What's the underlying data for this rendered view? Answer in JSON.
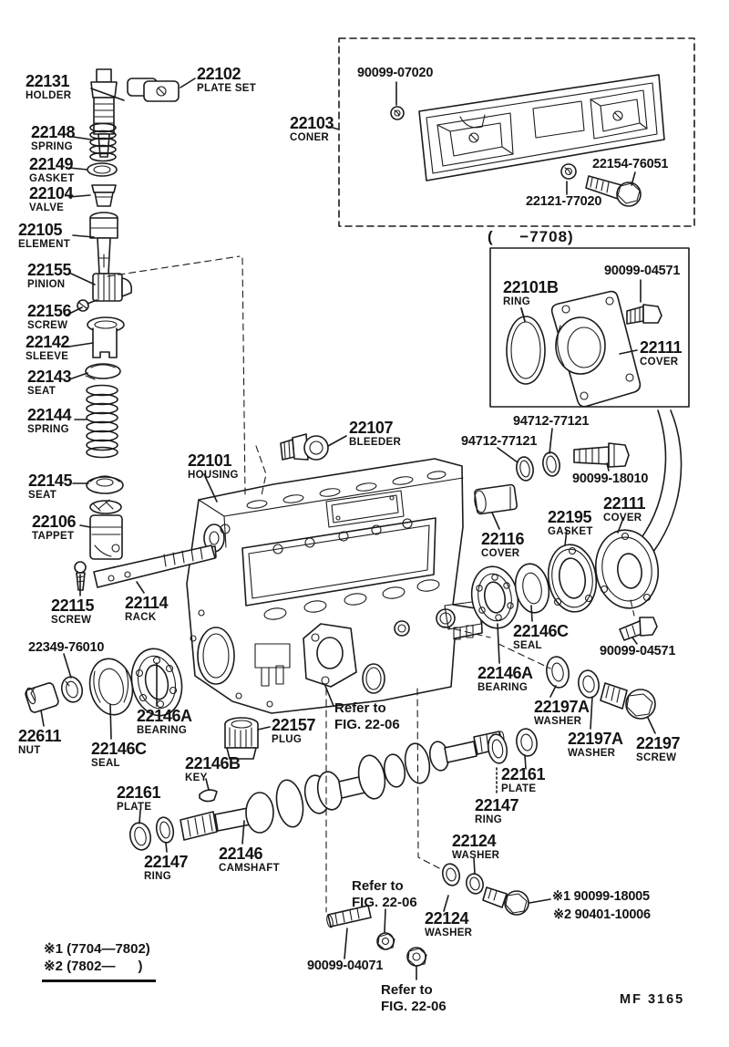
{
  "doc": {
    "figure_code": "MF 3165",
    "section_header": "(     −7708)",
    "refer_note": {
      "line1": "Refer to",
      "line2": "FIG. 22-06"
    },
    "footnotes": {
      "line1": "※1 (7704—7802)",
      "line2": "※2 (7802—      )"
    }
  },
  "labels": [
    {
      "number": "22131",
      "name": "HOLDER"
    },
    {
      "number": "22102",
      "name": "PLATE SET"
    },
    {
      "number": "22148",
      "name": "SPRING"
    },
    {
      "number": "22149",
      "name": "GASKET"
    },
    {
      "number": "22104",
      "name": "VALVE"
    },
    {
      "number": "22105",
      "name": "ELEMENT"
    },
    {
      "number": "22155",
      "name": "PINION"
    },
    {
      "number": "22156",
      "name": "SCREW"
    },
    {
      "number": "22142",
      "name": "SLEEVE"
    },
    {
      "number": "22143",
      "name": "SEAT"
    },
    {
      "number": "22144",
      "name": "SPRING"
    },
    {
      "number": "22145",
      "name": "SEAT"
    },
    {
      "number": "22106",
      "name": "TAPPET"
    },
    {
      "number": "22101",
      "name": "HOUSING"
    },
    {
      "number": "22107",
      "name": "BLEEDER"
    },
    {
      "number": "22115",
      "name": "SCREW"
    },
    {
      "number": "22114",
      "name": "RACK"
    },
    {
      "number": "22349-76010",
      "name": ""
    },
    {
      "number": "22611",
      "name": "NUT"
    },
    {
      "number": "22146A",
      "name": "BEARING"
    },
    {
      "number": "22146C",
      "name": "SEAL"
    },
    {
      "number": "22157",
      "name": "PLUG"
    },
    {
      "number": "22146B",
      "name": "KEY"
    },
    {
      "number": "22161",
      "name": "PLATE"
    },
    {
      "number": "22147",
      "name": "RING"
    },
    {
      "number": "22146",
      "name": "CAMSHAFT"
    },
    {
      "number": "90099-07020",
      "name": ""
    },
    {
      "number": "22103",
      "name": "CONER"
    },
    {
      "number": "22154-76051",
      "name": ""
    },
    {
      "number": "22121-77020",
      "name": ""
    },
    {
      "number": "22101B",
      "name": "RING"
    },
    {
      "number": "90099-04571",
      "name": ""
    },
    {
      "number": "22111",
      "name": "COVER"
    },
    {
      "number": "94712-77121",
      "name": ""
    },
    {
      "number": "94712-77121",
      "name": ""
    },
    {
      "number": "90099-18010",
      "name": ""
    },
    {
      "number": "22116",
      "name": "COVER"
    },
    {
      "number": "22195",
      "name": "GASKET"
    },
    {
      "number": "22111",
      "name": "COVER"
    },
    {
      "number": "22146C",
      "name": "SEAL"
    },
    {
      "number": "22146A",
      "name": "BEARING"
    },
    {
      "number": "90099-04571",
      "name": ""
    },
    {
      "number": "22197A",
      "name": "WASHER"
    },
    {
      "number": "22197A",
      "name": "WASHER"
    },
    {
      "number": "22197",
      "name": "SCREW"
    },
    {
      "number": "22161",
      "name": "PLATE"
    },
    {
      "number": "22147",
      "name": "RING"
    },
    {
      "number": "22124",
      "name": "WASHER"
    },
    {
      "number": "22124",
      "name": "WASHER"
    },
    {
      "number": "※1 90099-18005",
      "name": ""
    },
    {
      "number": "※2 90401-10006",
      "name": ""
    },
    {
      "number": "90099-04071",
      "name": ""
    }
  ]
}
